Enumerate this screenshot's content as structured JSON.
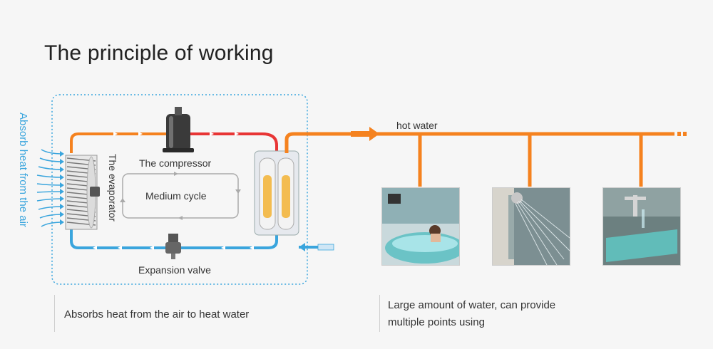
{
  "title": "The principle of working",
  "side_label": "Absorb heat from the air",
  "labels": {
    "compressor": "The compressor",
    "medium_cycle": "Medium cycle",
    "evaporator": "The evaporator",
    "expansion_valve": "Expansion valve",
    "hot_water": "hot water"
  },
  "captions": {
    "left": "Absorbs heat from the air to heat water",
    "right_line1": "Large amount of water, can provide",
    "right_line2": "multiple points using"
  },
  "colors": {
    "hot": "#f5821f",
    "hotter": "#e83535",
    "cold": "#3aa5dd",
    "dotted": "#3aa5dd",
    "title": "#222222"
  },
  "photos": [
    {
      "name": "bathtub-photo"
    },
    {
      "name": "shower-photo"
    },
    {
      "name": "sink-photo"
    }
  ]
}
